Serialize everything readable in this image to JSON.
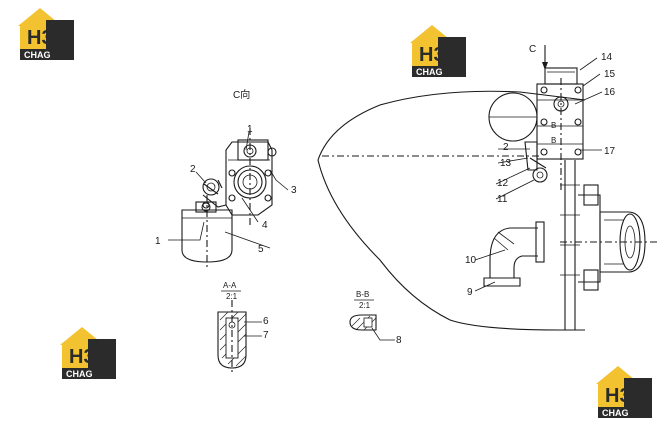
{
  "logo": {
    "text": "CHAG",
    "mark": "H3",
    "color_yellow": "#f2c230",
    "color_dark": "#2b2b2b"
  },
  "views": {
    "c_view_label": "C向",
    "section_a_label": "A-A",
    "section_b_label": "B-B",
    "section_scale": "2:1",
    "c_arrow_label": "C"
  },
  "callouts": {
    "left": [
      "1",
      "2",
      "3",
      "4",
      "5",
      "6",
      "7",
      "8"
    ],
    "right": [
      "9",
      "10",
      "11",
      "12",
      "13",
      "14",
      "15",
      "16",
      "17",
      "2"
    ]
  }
}
